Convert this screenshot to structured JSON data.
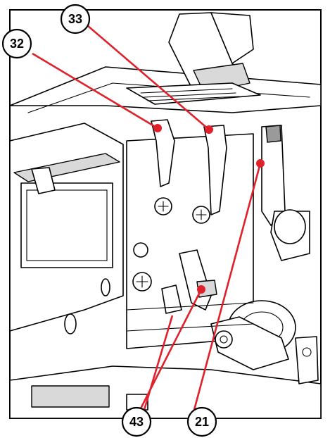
{
  "figure": {
    "callouts": [
      {
        "id": "c32",
        "label": "32"
      },
      {
        "id": "c33",
        "label": "33"
      },
      {
        "id": "c43",
        "label": "43"
      },
      {
        "id": "c21",
        "label": "21"
      }
    ],
    "colors": {
      "leader": "#e0202b",
      "ink": "#000000",
      "paper": "#ffffff",
      "shade": "#d9d9d9"
    }
  }
}
